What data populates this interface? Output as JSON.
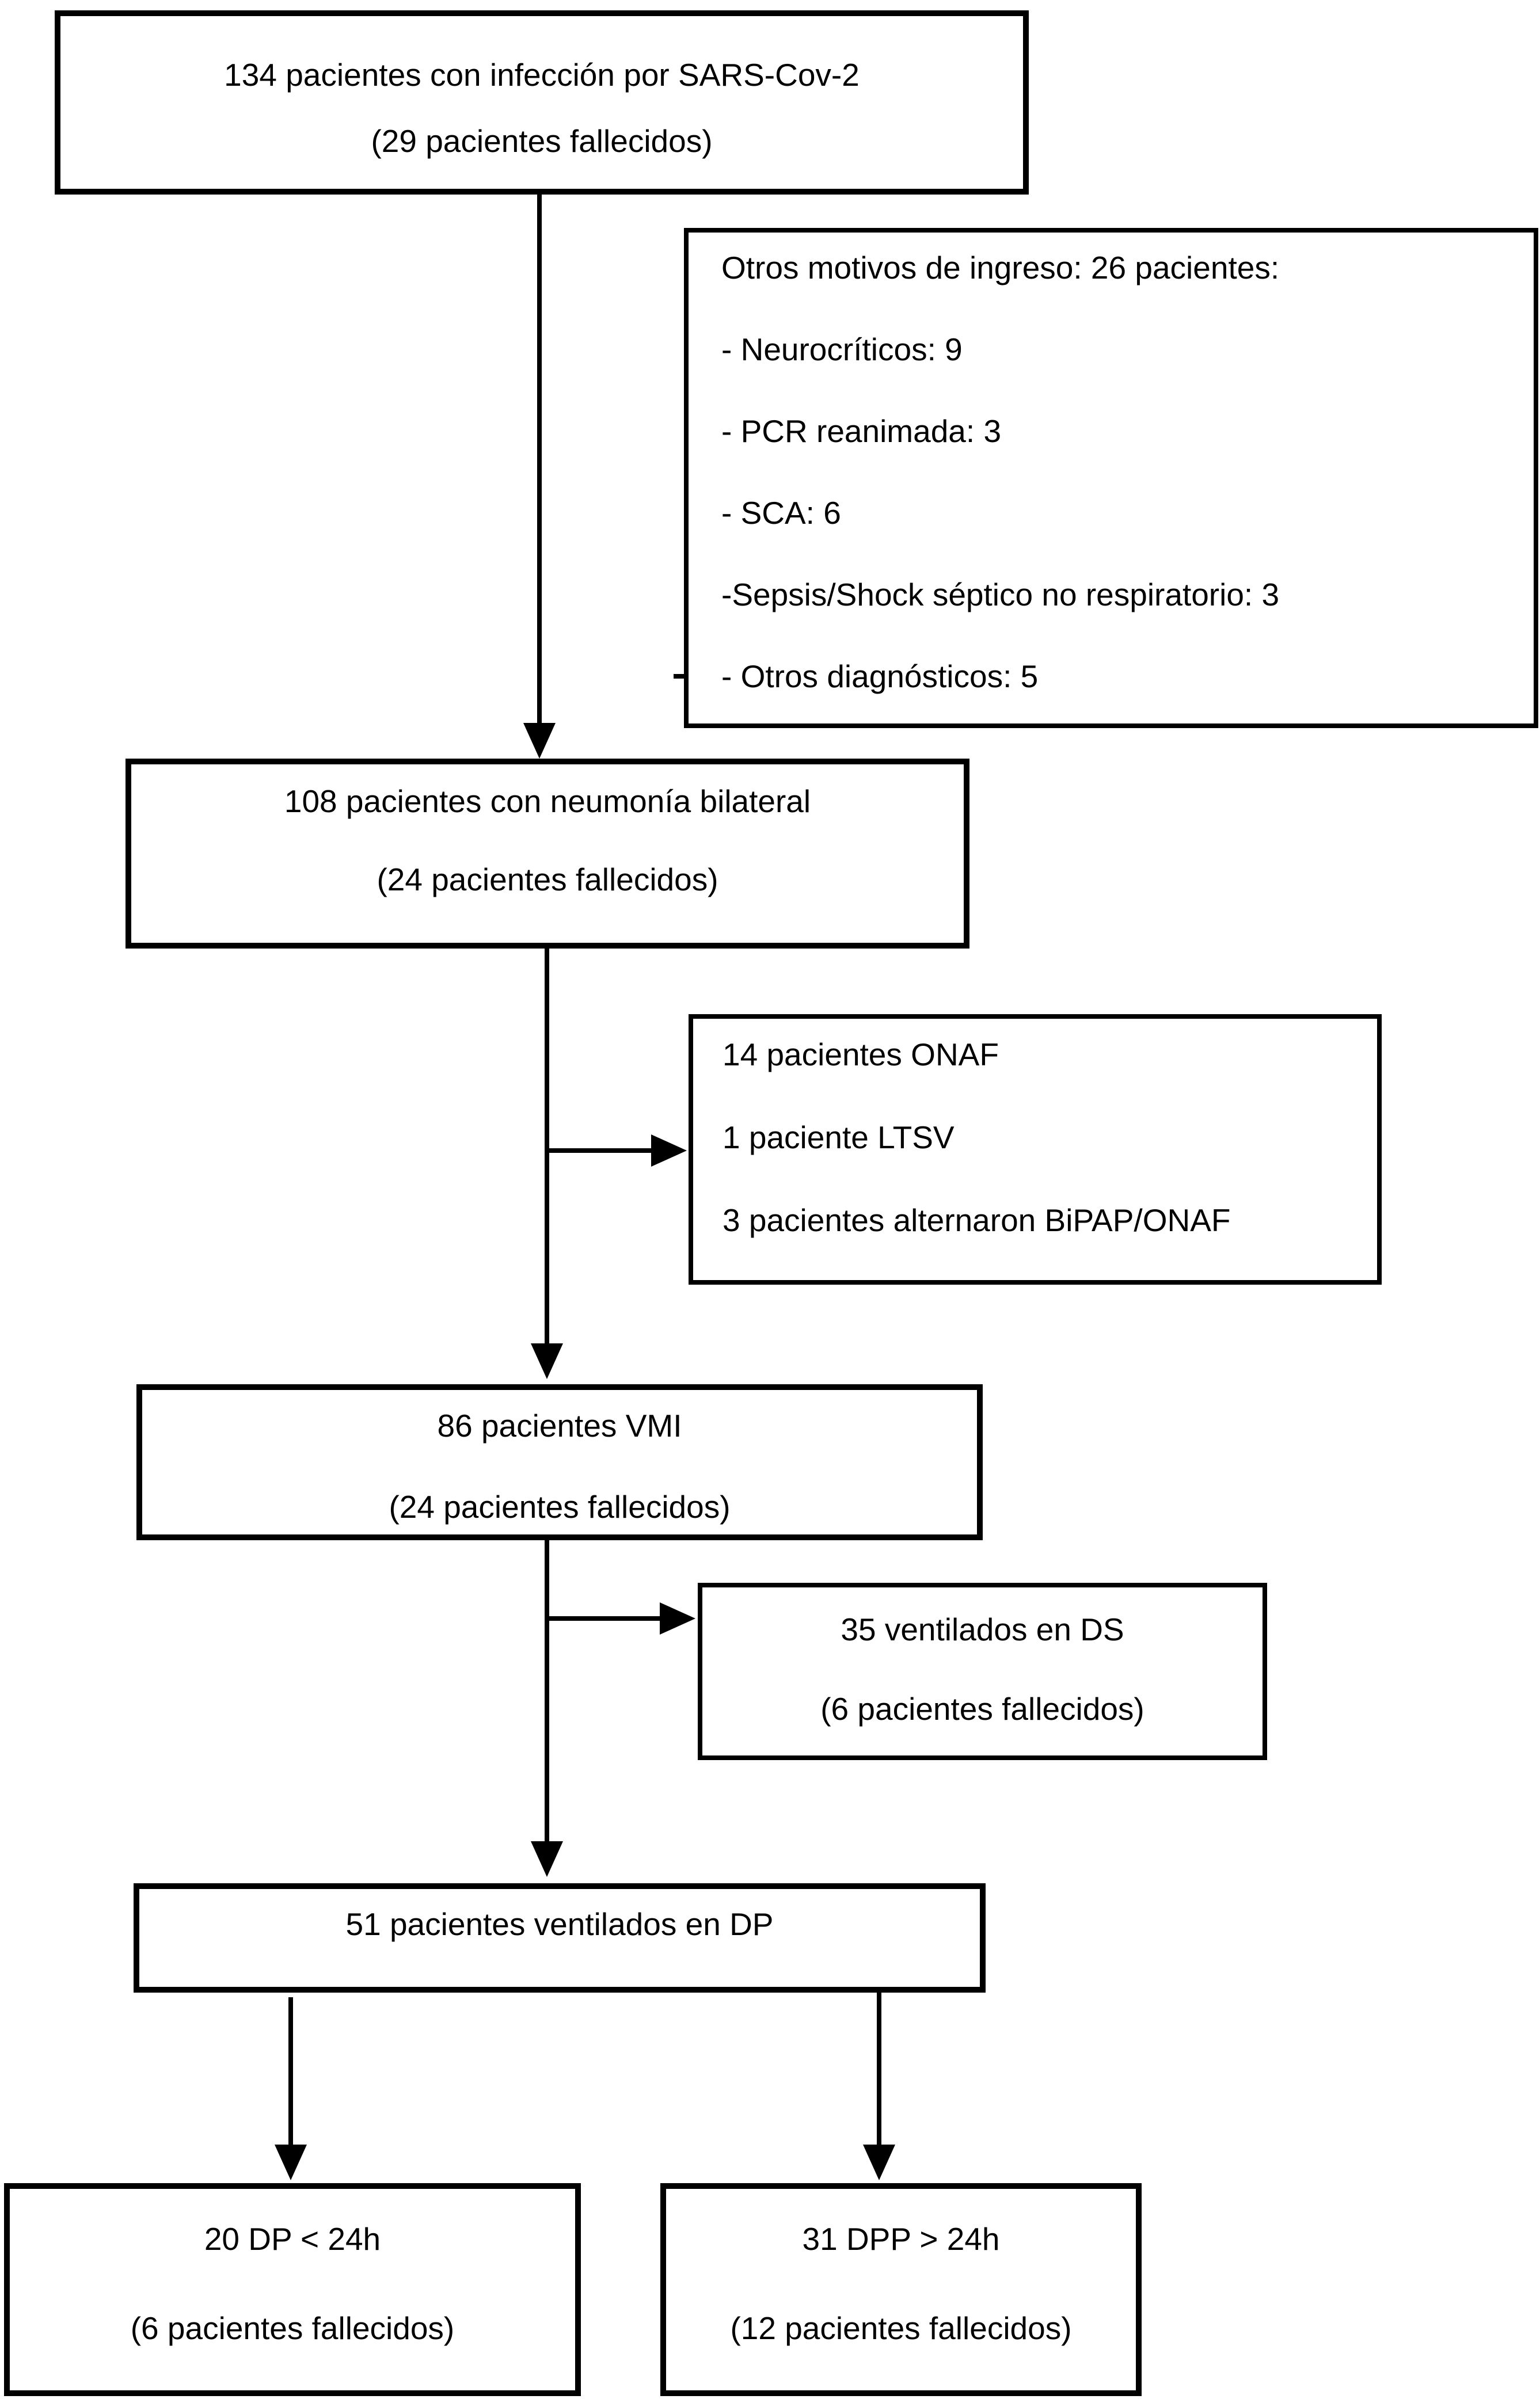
{
  "colors": {
    "ink": "#000000",
    "background": "#ffffff"
  },
  "flowchart": {
    "box_infection": {
      "lines": [
        "134 pacientes con infección por SARS-Cov-2",
        "(29 pacientes fallecidos)"
      ]
    },
    "box_other_admissions": {
      "lines": [
        "Otros motivos de ingreso: 26 pacientes:",
        "- Neurocríticos: 9",
        "- PCR reanimada: 3",
        "- SCA: 6",
        "-Sepsis/Shock séptico no respiratorio: 3",
        "- Otros diagnósticos: 5"
      ]
    },
    "box_pneumonia": {
      "lines": [
        "108 pacientes con neumonía bilateral",
        "(24 pacientes fallecidos)"
      ]
    },
    "box_onaf": {
      "lines": [
        "14 pacientes ONAF",
        "1 paciente LTSV",
        "3 pacientes alternaron BiPAP/ONAF"
      ]
    },
    "box_vmi": {
      "lines": [
        "86 pacientes VMI",
        "(24 pacientes fallecidos)"
      ]
    },
    "box_ds": {
      "lines": [
        "35 ventilados en DS",
        "(6 pacientes fallecidos)"
      ]
    },
    "box_dp": {
      "lines": [
        "51 pacientes ventilados en DP"
      ]
    },
    "box_dp_under_24h": {
      "lines": [
        "20 DP < 24h",
        "(6 pacientes fallecidos)"
      ]
    },
    "box_dpp_over_24h": {
      "lines": [
        "31 DPP > 24h",
        "(12 pacientes fallecidos)"
      ]
    }
  }
}
